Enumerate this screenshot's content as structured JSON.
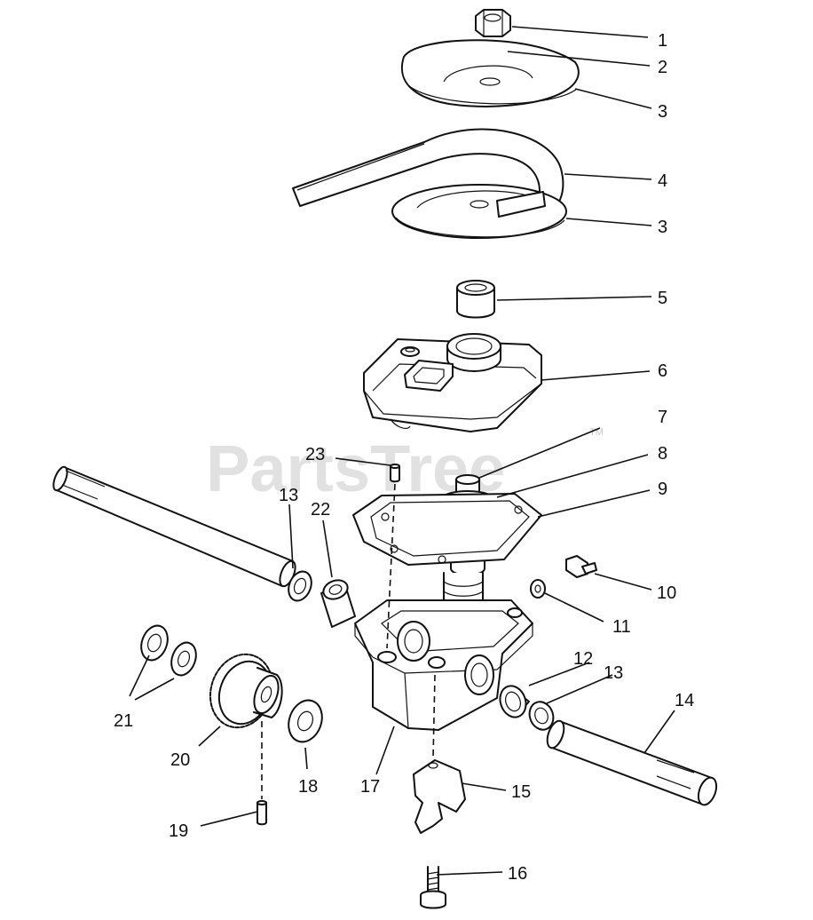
{
  "watermark": {
    "text": "PartsTree",
    "trademark": "TM"
  },
  "callouts": [
    "1",
    "2",
    "3",
    "3",
    "4",
    "5",
    "6",
    "7",
    "8",
    "9",
    "10",
    "11",
    "12",
    "13",
    "13",
    "14",
    "15",
    "16",
    "17",
    "18",
    "19",
    "20",
    "21",
    "22",
    "23"
  ]
}
